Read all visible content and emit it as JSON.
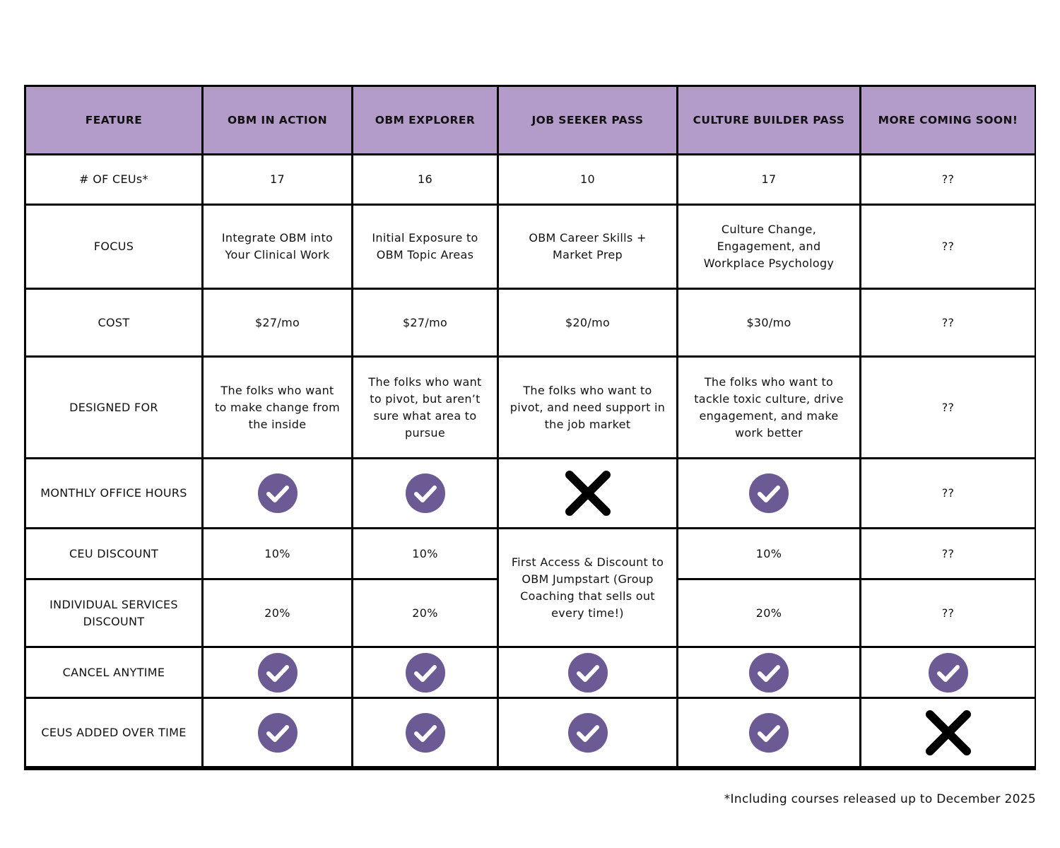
{
  "colors": {
    "header_bg": "#b39bca",
    "check": "#6b5a93",
    "cross": "#000000",
    "border": "#000000"
  },
  "table": {
    "headers": [
      "FEATURE",
      "OBM IN ACTION",
      "OBM EXPLORER",
      "JOB SEEKER PASS",
      "CULTURE BUILDER PASS",
      "MORE COMING SOON!"
    ],
    "rows": {
      "ceus": {
        "label": "# OF CEUs*",
        "values": [
          "17",
          "16",
          "10",
          "17",
          "??"
        ]
      },
      "focus": {
        "label": "FOCUS",
        "values": [
          "Integrate OBM into Your Clinical Work",
          "Initial Exposure to OBM Topic Areas",
          "OBM Career Skills + Market Prep",
          "Culture Change, Engagement, and Workplace Psychology",
          "??"
        ]
      },
      "cost": {
        "label": "COST",
        "values": [
          "$27/mo",
          "$27/mo",
          "$20/mo",
          "$30/mo",
          "??"
        ]
      },
      "designed_for": {
        "label": "DESIGNED FOR",
        "values": [
          "The folks who want to make change from the inside",
          "The folks who want to pivot, but aren’t sure what area to pursue",
          "The folks who want to pivot, and need support in the job market",
          "The folks who want to tackle toxic culture, drive engagement, and make work better",
          "??"
        ]
      },
      "office_hours": {
        "label": "MONTHLY OFFICE HOURS",
        "icons": [
          "check-icon",
          "check-icon",
          "x-icon",
          "check-icon"
        ],
        "more_value": "??"
      },
      "ceu_discount": {
        "label": "CEU DISCOUNT",
        "values": [
          "10%",
          "10%",
          "10%",
          "??"
        ]
      },
      "job_seeker_merged": "First Access & Discount to OBM Jumpstart (Group Coaching that sells out every time!)",
      "individual_discount": {
        "label": "INDIVIDUAL SERVICES DISCOUNT",
        "values": [
          "20%",
          "20%",
          "20%",
          "??"
        ]
      },
      "cancel_anytime": {
        "label": "CANCEL ANYTIME",
        "icons": [
          "check-icon",
          "check-icon",
          "check-icon",
          "check-icon",
          "check-icon"
        ]
      },
      "ceus_added": {
        "label": "CEUS ADDED OVER TIME",
        "icons": [
          "check-icon",
          "check-icon",
          "check-icon",
          "check-icon",
          "x-icon"
        ]
      }
    }
  },
  "footnote": "*Including courses released up to December 2025"
}
